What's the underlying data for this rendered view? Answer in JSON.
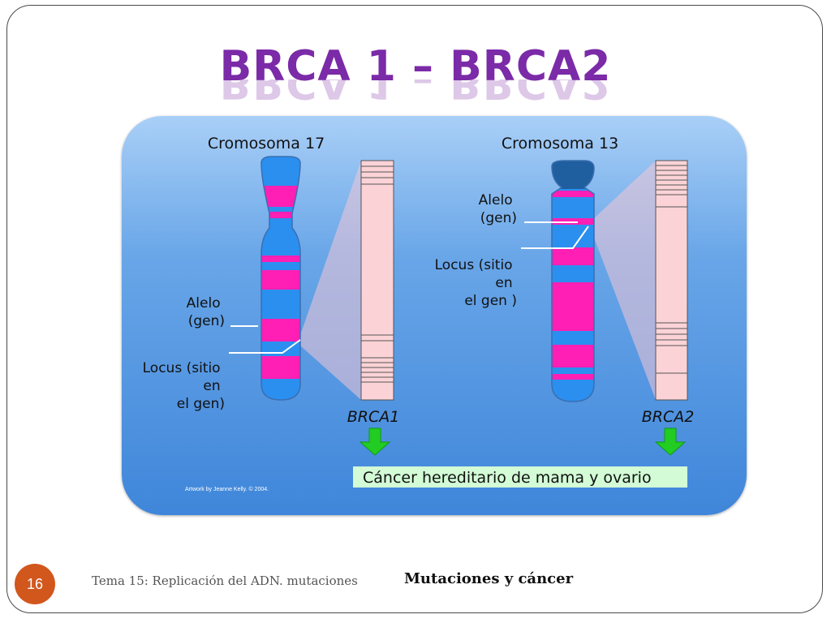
{
  "slide": {
    "title": "BRCA 1 – BRCA2",
    "page_number": "16",
    "footer_left": "Tema 15: Replicación del ADN. mutaciones",
    "footer_topic": "Mutaciones y cáncer"
  },
  "diagram": {
    "chromosome_17": {
      "title": "Cromosoma 17",
      "allele_label": [
        "Alelo",
        "(gen)"
      ],
      "locus_label": [
        "Locus (sitio",
        "en",
        "el gen)"
      ],
      "gene_label": "BRCA1"
    },
    "chromosome_13": {
      "title": "Cromosoma 13",
      "allele_label": [
        "Alelo",
        "(gen)"
      ],
      "locus_label": [
        "Locus (sitio",
        "en",
        "el gen )"
      ],
      "gene_label": "BRCA2"
    },
    "result_box": "Cáncer hereditario de mama y ovario",
    "credit": "Artwork by Jeanne Kelly. © 2004."
  },
  "colors": {
    "title": "#7b2aa8",
    "band_magenta": "#ff1fb4",
    "chromosome_blue": "#2b8ff0",
    "gene_pink": "#fbd3d6",
    "arrow_green": "#22cc22",
    "result_box": "#d2fbd6",
    "page_badge": "#d2571d"
  }
}
